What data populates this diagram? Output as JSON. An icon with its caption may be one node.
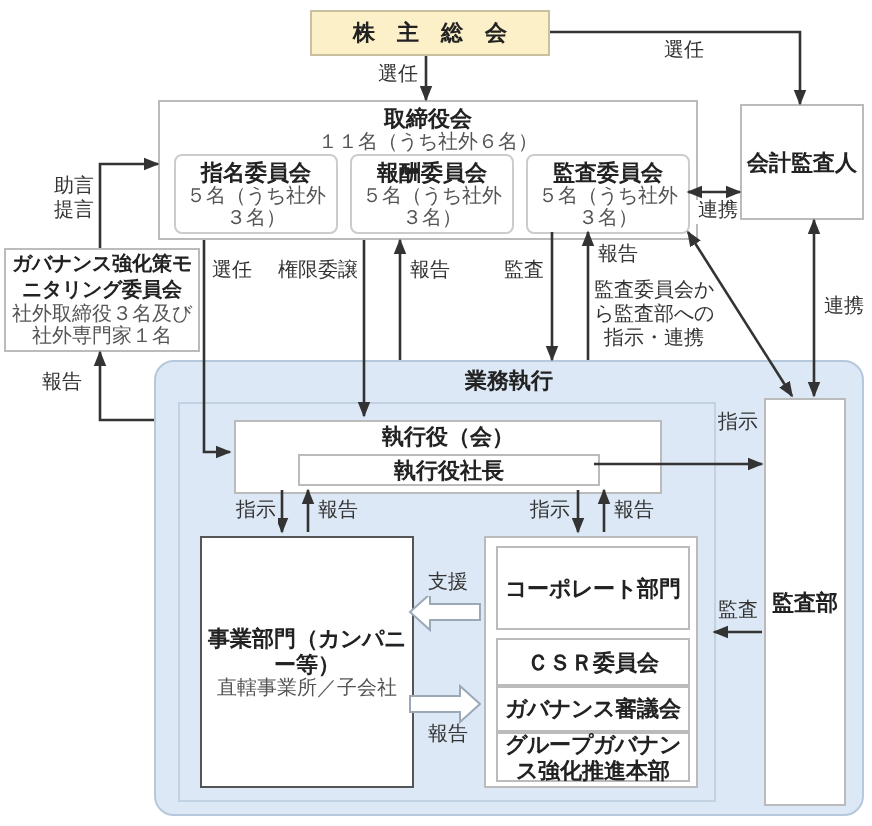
{
  "diagram": {
    "nodes": [
      {
        "text": [
          "株　主　総　会"
        ]
      },
      {
        "text": [
          "取締役会",
          "１１名（うち社外６名）"
        ]
      },
      {
        "text": [
          "指名委員会",
          "５名（うち社外３名）"
        ],
        "in": 1
      },
      {
        "text": [
          "報酬委員会",
          "５名（うち社外３名）"
        ],
        "in": 1
      },
      {
        "text": [
          "監査委員会",
          "５名（うち社外３名）"
        ],
        "in": 1
      },
      {
        "text": [
          "会計監査人"
        ]
      },
      {
        "text": [
          "ガバナンス強化策モニタリング委員会",
          "社外取締役３名及び社外専門家１名"
        ]
      },
      {
        "text": [
          "業務執行"
        ]
      },
      {
        "text": [],
        "shape": "box",
        "in": 7
      },
      {
        "text": [
          "執行役（会）"
        ],
        "in": 8
      },
      {
        "text": [
          "執行役社長"
        ],
        "in": 9
      },
      {
        "text": [
          "監査部"
        ],
        "in": 7
      },
      {
        "text": [
          "事業部門（カンパニー等）",
          "直轄事業所／子会社"
        ],
        "in": 8
      },
      {
        "text": [],
        "shape": "box",
        "in": 8
      },
      {
        "text": [
          "コーポレート部門"
        ],
        "in": 13
      },
      {
        "text": [
          "ＣＳＲ委員会"
        ],
        "in": 13
      },
      {
        "text": [
          "ガバナンス審議会"
        ],
        "in": 13
      },
      {
        "text": [
          "グループガバナンス強化推進本部"
        ],
        "in": 13
      }
    ],
    "edges": [
      {
        "from": 0,
        "to": 1,
        "arrow": "to",
        "label": "選任"
      },
      {
        "from": 0,
        "to": 5,
        "arrow": "to",
        "label": "選任"
      },
      {
        "from": 4,
        "to": 5,
        "arrow": "both",
        "label": "連携"
      },
      {
        "from": 6,
        "to": 1,
        "arrow": "to",
        "label": "助言提言"
      },
      {
        "from": 7,
        "to": 6,
        "arrow": "to",
        "label": "報告"
      },
      {
        "from": 1,
        "to": 9,
        "arrow": "to",
        "label": "選任"
      },
      {
        "from": 1,
        "to": 9,
        "arrow": "to",
        "label": "権限委譲"
      },
      {
        "from": 7,
        "to": 1,
        "arrow": "to",
        "label": "報告"
      },
      {
        "from": 4,
        "to": 7,
        "arrow": "to",
        "label": "監査"
      },
      {
        "from": 7,
        "to": 4,
        "arrow": "to",
        "label": "報告"
      },
      {
        "from": 4,
        "to": 11,
        "arrow": "both",
        "label": "監査委員会から監査部への指示・連携"
      },
      {
        "from": 5,
        "to": 11,
        "arrow": "both",
        "label": "連携"
      },
      {
        "from": 10,
        "to": 11,
        "arrow": "to",
        "label": "指示"
      },
      {
        "from": 9,
        "to": 12,
        "arrow": "to",
        "label": "指示"
      },
      {
        "from": 12,
        "to": 9,
        "arrow": "to",
        "label": "報告"
      },
      {
        "from": 9,
        "to": 13,
        "arrow": "to",
        "label": "指示"
      },
      {
        "from": 13,
        "to": 9,
        "arrow": "to",
        "label": "報告"
      },
      {
        "from": 13,
        "to": 12,
        "arrow": "to",
        "label": "支援",
        "style": "thick"
      },
      {
        "from": 12,
        "to": 13,
        "arrow": "to",
        "label": "報告",
        "style": "thick"
      },
      {
        "from": 11,
        "to": 8,
        "arrow": "to",
        "label": "監査"
      }
    ]
  }
}
